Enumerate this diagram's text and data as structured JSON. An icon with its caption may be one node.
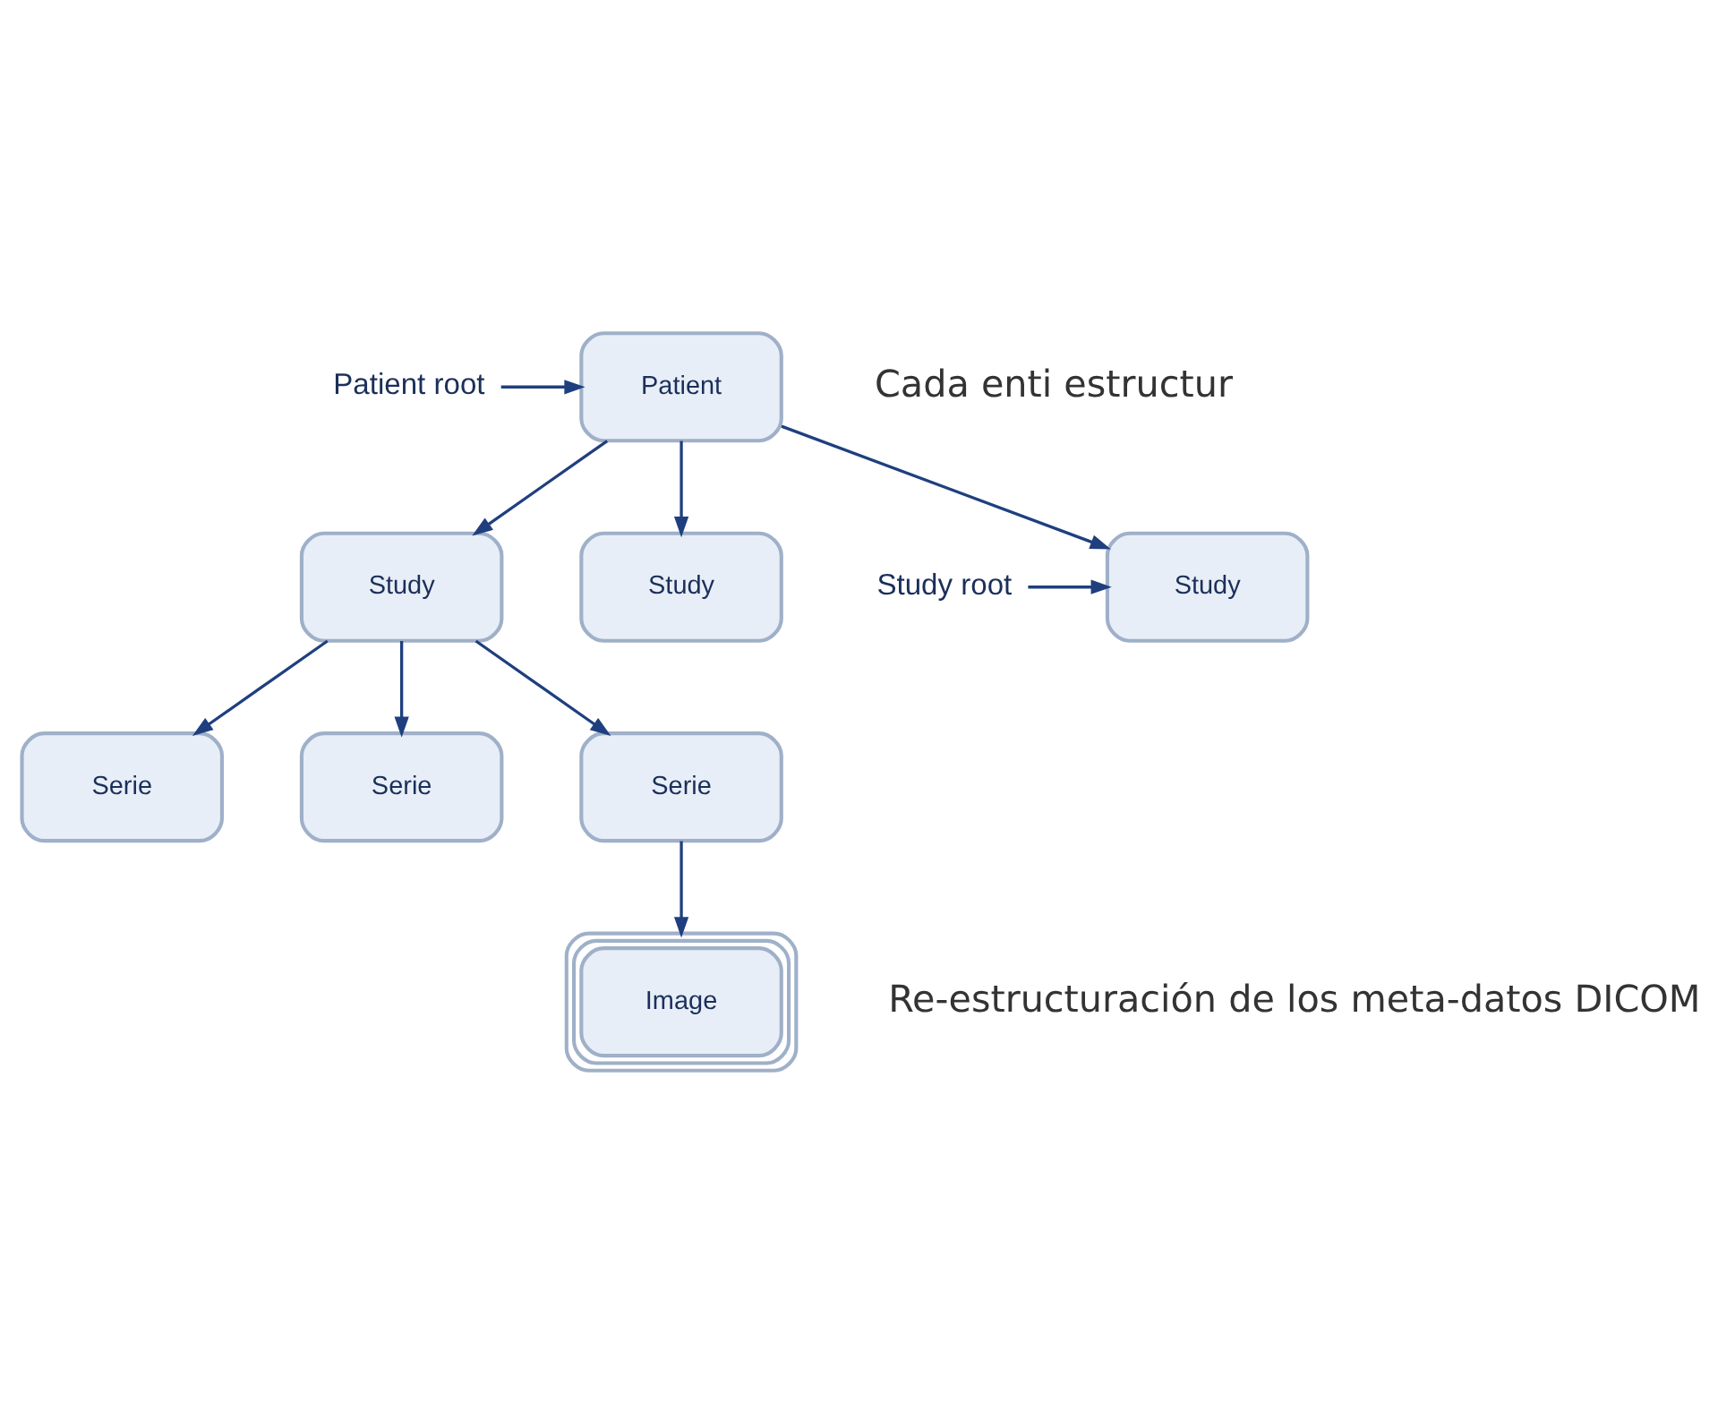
{
  "diagram": {
    "nodes": [
      {
        "text": [
          "Patient root"
        ]
      },
      {
        "text": [
          "Patient"
        ]
      },
      {
        "text": [
          "Study root"
        ]
      },
      {
        "text": [
          "Study"
        ]
      },
      {
        "text": [
          "Study"
        ]
      },
      {
        "text": [
          "Study"
        ]
      },
      {
        "text": [
          "Serie"
        ]
      },
      {
        "text": [
          "Serie"
        ]
      },
      {
        "text": [
          "Serie"
        ]
      },
      {
        "text": [
          "Image"
        ]
      }
    ],
    "edges": [
      {
        "from": 0,
        "to": 1,
        "arrow": "to"
      },
      {
        "from": 1,
        "to": 3,
        "arrow": "to"
      },
      {
        "from": 1,
        "to": 4,
        "arrow": "to"
      },
      {
        "from": 1,
        "to": 5,
        "arrow": "to"
      },
      {
        "from": 2,
        "to": 3,
        "arrow": "to"
      },
      {
        "from": 4,
        "to": 6,
        "arrow": "to"
      },
      {
        "from": 4,
        "to": 7,
        "arrow": "to"
      },
      {
        "from": 4,
        "to": 8,
        "arrow": "to"
      },
      {
        "from": 8,
        "to": 9,
        "arrow": "to"
      }
    ],
    "labels": [
      "Cada enti estructur",
      "Re-estructuración de los meta-datos DICOM"
    ]
  }
}
